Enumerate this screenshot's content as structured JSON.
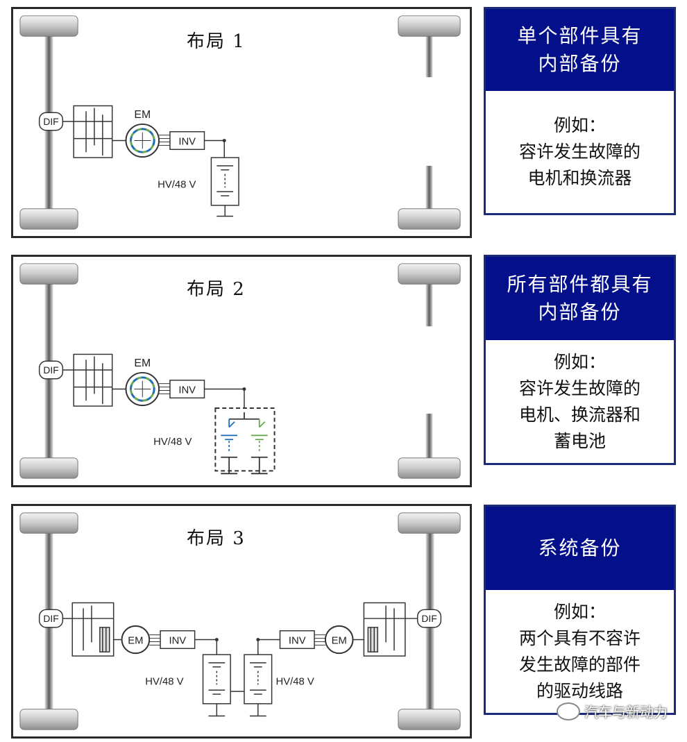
{
  "layouts": [
    {
      "title": "布局 1",
      "labels": {
        "dif": "DIF",
        "em": "EM",
        "inv": "INV",
        "battery": "HV/48 V"
      },
      "card": {
        "header": [
          "单个部件具有",
          "内部备份"
        ],
        "body": [
          "例如：",
          "容许发生故障的",
          "电机和换流器"
        ]
      }
    },
    {
      "title": "布局 2",
      "labels": {
        "dif": "DIF",
        "em": "EM",
        "inv": "INV",
        "battery": "HV/48 V"
      },
      "card": {
        "header": [
          "所有部件都具有",
          "内部备份"
        ],
        "body": [
          "例如：",
          "容许发生故障的",
          "电机、换流器和",
          "蓄电池"
        ]
      }
    },
    {
      "title": "布局 3",
      "labels": {
        "dif": "DIF",
        "em": "EM",
        "inv": "INV",
        "battery": "HV/48 V"
      },
      "card": {
        "header": [
          "系统备份"
        ],
        "body": [
          "例如：",
          "两个具有不容许",
          "发生故障的部件",
          "的驱动线路"
        ]
      }
    }
  ],
  "watermark": "汽车与新动力",
  "colors": {
    "header_bg": "#04108a",
    "accent_blue": "#1f6fb8",
    "accent_green": "#6aa84f"
  }
}
